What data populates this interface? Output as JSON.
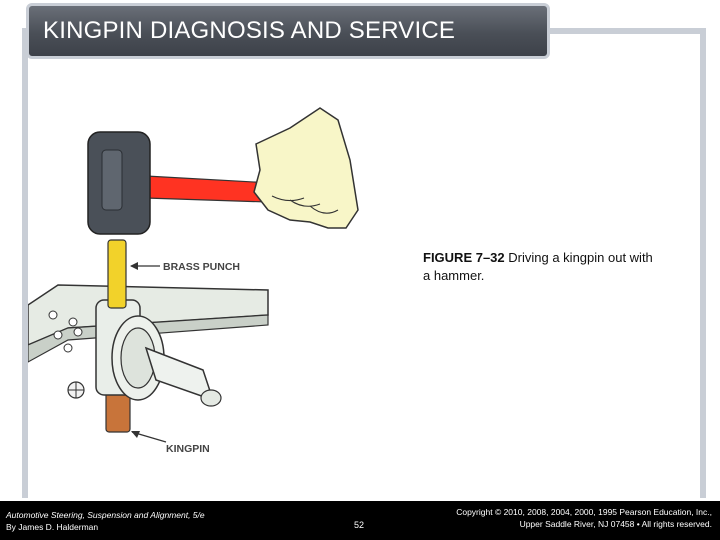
{
  "slide": {
    "title": "KINGPIN DIAGNOSIS AND SERVICE"
  },
  "figure": {
    "callouts": {
      "brass_punch": "BRASS PUNCH",
      "kingpin": "KINGPIN"
    },
    "colors": {
      "hammer_handle": "#ff3322",
      "brass_punch": "#f2d22a",
      "kingpin": "#c8743a",
      "hammer_head": "#4a5058",
      "hand": "#f8f6c8"
    }
  },
  "caption": {
    "number": "FIGURE 7–32",
    "text": " Driving a kingpin out with a hammer."
  },
  "footer": {
    "book_title": "Automotive Steering, Suspension and Alignment, 5/e",
    "author": "By James D. Halderman",
    "page": "52",
    "copyright_line1": "Copyright © 2010, 2008, 2004, 2000, 1995 Pearson Education, Inc.,",
    "copyright_line2": "Upper Saddle River, NJ 07458 • All rights reserved."
  }
}
